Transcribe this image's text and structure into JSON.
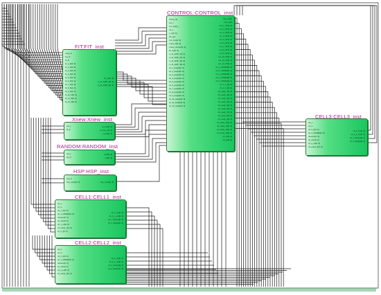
{
  "blocks": [
    {
      "id": "fit",
      "title": "FIT:FIT_inst",
      "inputs": [
        "clock_in",
        "set_fit",
        "fit_fit",
        "fit_1_fit[0..9]",
        "fit_2_fit[0..9]",
        "fit_3_fit[0..9]",
        "fit_4_fit[0..9]",
        "fit_5_fit[0..9]",
        "fit_6_fit[0..9]",
        "fit_7_fit[0..9]",
        "fit_8_fit[0..9]",
        "fit_9_fit[0..9]",
        "fit_10_fit[0..9]",
        "fit_11_fit[0..9]",
        "fit_12_fit[0..9]"
      ],
      "outputs": [
        "fit_out[0..9]",
        "m_fit_AMP_1[0..9]",
        "m_fit_AMP_2[0..9]"
      ]
    },
    {
      "id": "xnew",
      "title": "Xnew:Xnew_inst",
      "inputs": [
        "set_c",
        "fit_in"
      ],
      "outputs": [
        "w_new[0..9]",
        "w_new_c[0..9]",
        "x_new[0..9]"
      ]
    },
    {
      "id": "random",
      "title": "RANDOM:RANDOM_inst",
      "inputs": [
        "set_c",
        "clk_in"
      ],
      "outputs": [
        "rand[0..9]",
        "rnd[0..9]"
      ]
    },
    {
      "id": "hsp",
      "title": "HSP:HSP_inst",
      "inputs": [
        "hsp_in",
        "hsp_ready[0..9]"
      ],
      "outputs": [
        "hsp_result[0..9]"
      ]
    },
    {
      "id": "cell1",
      "title": "CELL1:CELL1_inst",
      "inputs": [
        "set_c",
        "cll_in",
        "cll_1_S[0..9]",
        "cll_1_ORDER[0..9]",
        "random[0..9]",
        "cll_ordr[0..9]",
        "cll_1_ref[0..9]",
        "cll_ready_1[0..9]",
        "cll_X_f[0..9]"
      ],
      "outputs": [
        "cll_1_out[0..9]",
        "cll_1_x_out[0..9]",
        "cll_1_Wrand[0..9]",
        "cll_1_Weight[0..9]"
      ]
    },
    {
      "id": "cell2",
      "title": "CELL2:CELL2_inst",
      "inputs": [
        "set_c",
        "cll_in",
        "cll_2_S[0..9]",
        "cll_2_ORDER[0..9]",
        "random[0..9]",
        "cll_ordr[0..9]",
        "cll_2_ref[0..9]",
        "cll_ready_2[0..9]"
      ],
      "outputs": [
        "cll_2_out[0..9]",
        "cll_2_x_out[0..9]",
        "cll_2_Wrand[0..9]",
        "cll_2_Weight[0..9]"
      ]
    },
    {
      "id": "control",
      "title": "CONTROL:CONTROL_inst",
      "inputs": [
        "Xnew_clk",
        "set_c",
        "cnt_ready_i",
        "rst_n",
        "c_in[0..9]",
        "clk_gen",
        "rnd_new[0..9]",
        "Xnew_O[0..9]",
        "Xnew_counter[0..9]",
        "fit_out[0..9]",
        "m_fit_AMP_1[0..9]",
        "m_fit_AMP_2[0..9]",
        "m_fit_AMP_3[0..9]",
        "m_fit_AMP_4[0..9]",
        "cll_1_weight[0..9]",
        "cll_2_weight[0..9]",
        "cll_3_weight[0..9]",
        "cll_4_weight[0..9]",
        "cll_5_weight[0..9]",
        "cll_6_weight[0..9]",
        "cll_7_weight[0..9]",
        "cll_8_weight[0..9]",
        "cll_9_weight[0..9]",
        "cll_10_weight[0..9]",
        "cll_11_weight[0..9]",
        "cll_12_weight[0..9]"
      ],
      "outputs": [
        "hsp_ready",
        "hsp_start",
        "out_1_ST[0..9]",
        "out_2_ST[0..9]",
        "out_3_ST[0..9]",
        "out_4_ST[0..9]",
        "out_5_ST[0..9]",
        "out_6_ST[0..9]",
        "out_7_ST[0..9]",
        "out_8_ST[0..9]",
        "out_9_ST[0..9]",
        "out_10_ST[0..9]",
        "out_11_ST[0..9]",
        "out_12_ST[0..9]",
        "cll_1_ORDER[0..9]",
        "cll_2_ORDER[0..9]",
        "cll_3_ORDER[0..9]",
        "cll_4_ORDER[0..9]",
        "cll_5_ORDER[0..9]",
        "cll_1_X_f[0..9]",
        "cll_2_X_f[0..9]",
        "cll_ready_1[0..9]",
        "cll_ready_2[0..9]",
        "cll_ready_3[0..9]",
        "cll_ready_4[0..9]",
        "cll_ready_5[0..9]",
        "cll_ready_6[0..9]",
        "cll_ready_7[0..9]",
        "cll_ready_8[0..9]",
        "cll_ready_9[0..9]",
        "cll_ready_10[0..9]",
        "cll_ready_11[0..9]",
        "cll_ready_12[0..9]",
        "cll_ready_13[0..9]",
        "cll_13[0..9]",
        "cll_14[0..9]"
      ]
    },
    {
      "id": "cell3",
      "title": "CELL3:CELL3_inst",
      "inputs": [
        "set_c",
        "cll_in",
        "cll_3_S[0..9]",
        "cll_3_ORDER[0..9]",
        "random[0..9]",
        "cll_ordr[0..9]",
        "cll_3_ref[0..9]",
        "cll_ready_3[0..9]"
      ],
      "outputs": [
        "cll_3_out[0..9]",
        "cll_3_x_out[0..9]",
        "cll_3_Wrand[0..9]",
        "cll_3_Weight[0..9]"
      ]
    }
  ]
}
